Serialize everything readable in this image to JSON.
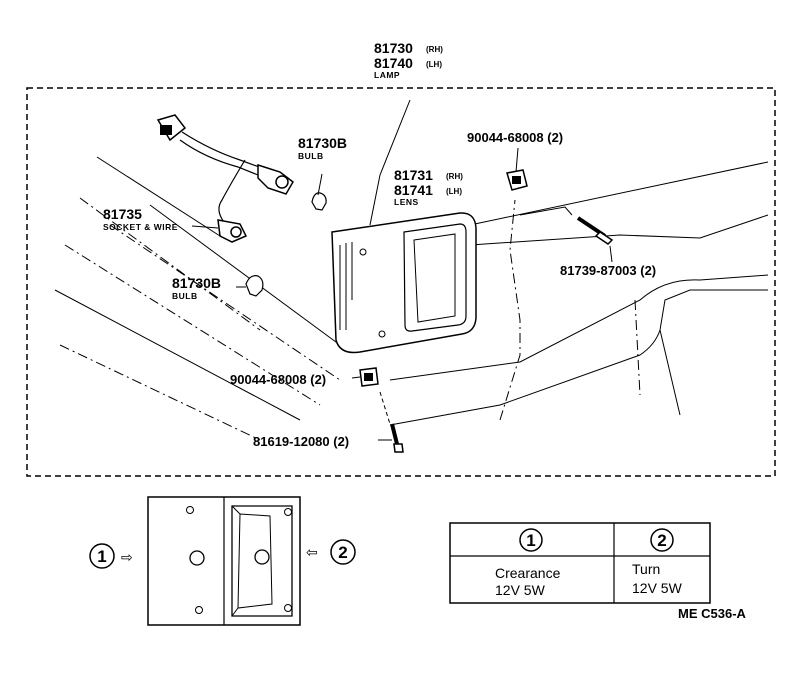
{
  "lamp": {
    "part_rh": "81730",
    "rh_tag": "(RH)",
    "part_lh": "81740",
    "lh_tag": "(LH)",
    "name": "LAMP"
  },
  "bulb_top": {
    "part": "81730B",
    "name": "BULB"
  },
  "bulb_left": {
    "part": "81730B",
    "name": "BULB"
  },
  "socket": {
    "part": "81735",
    "name": "SOCKET & WIRE"
  },
  "lens": {
    "part_rh": "81731",
    "rh_tag": "(RH)",
    "part_lh": "81741",
    "lh_tag": "(LH)",
    "name": "LENS"
  },
  "nut_top": {
    "label": "90044-68008 (2)"
  },
  "screw_right": {
    "label": "81739-87003 (2)"
  },
  "nut_bottom": {
    "label": "90044-68008 (2)"
  },
  "screw_bottom": {
    "label": "81619-12080 (2)"
  },
  "views": {
    "marker_1": "1",
    "marker_2": "2",
    "arrow": "⇨",
    "arrow_left": "⇦"
  },
  "table": {
    "col1_header": "1",
    "col2_header": "2",
    "col1_line1": "Crearance",
    "col1_line2": "12V 5W",
    "col2_line1": "Turn",
    "col2_line2": "12V 5W"
  },
  "ref_code": "ME C536-A"
}
